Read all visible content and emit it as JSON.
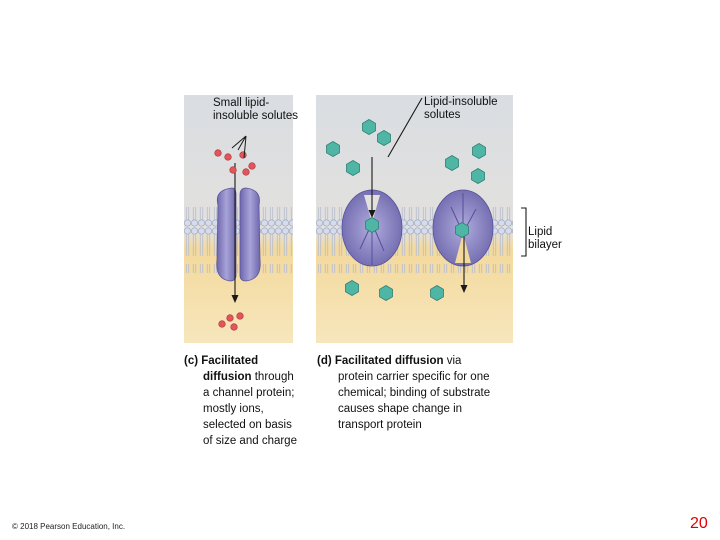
{
  "labels": {
    "small_solutes": "Small lipid-insoluble solutes",
    "insoluble_solutes": "Lipid-insoluble solutes",
    "lipid_bilayer": "Lipid bilayer"
  },
  "caption_c": {
    "tag": "(c) Facilitated",
    "tag2": "diffusion",
    "line1_rest": " through",
    "line2": "a channel protein;",
    "line3": "mostly ions,",
    "line4": "selected on basis",
    "line5": "of size and charge"
  },
  "caption_d": {
    "tag": "(d) Facilitated diffusion",
    "line1_rest": " via",
    "line2": "protein carrier specific for one",
    "line3": "chemical; binding of substrate",
    "line4": "causes shape change in",
    "line5": "transport protein"
  },
  "footer": {
    "copyright": "© 2018 Pearson Education, Inc.",
    "page_number": "20"
  },
  "colors": {
    "extracellular": "#d6dbe0",
    "cytoplasm": "#f2d79a",
    "lipid_head": "#cfd6e6",
    "protein": "#8b86c4",
    "solute_red": "#e2555a",
    "solute_teal": "#4fb6a5",
    "page_number": "#e00000"
  }
}
